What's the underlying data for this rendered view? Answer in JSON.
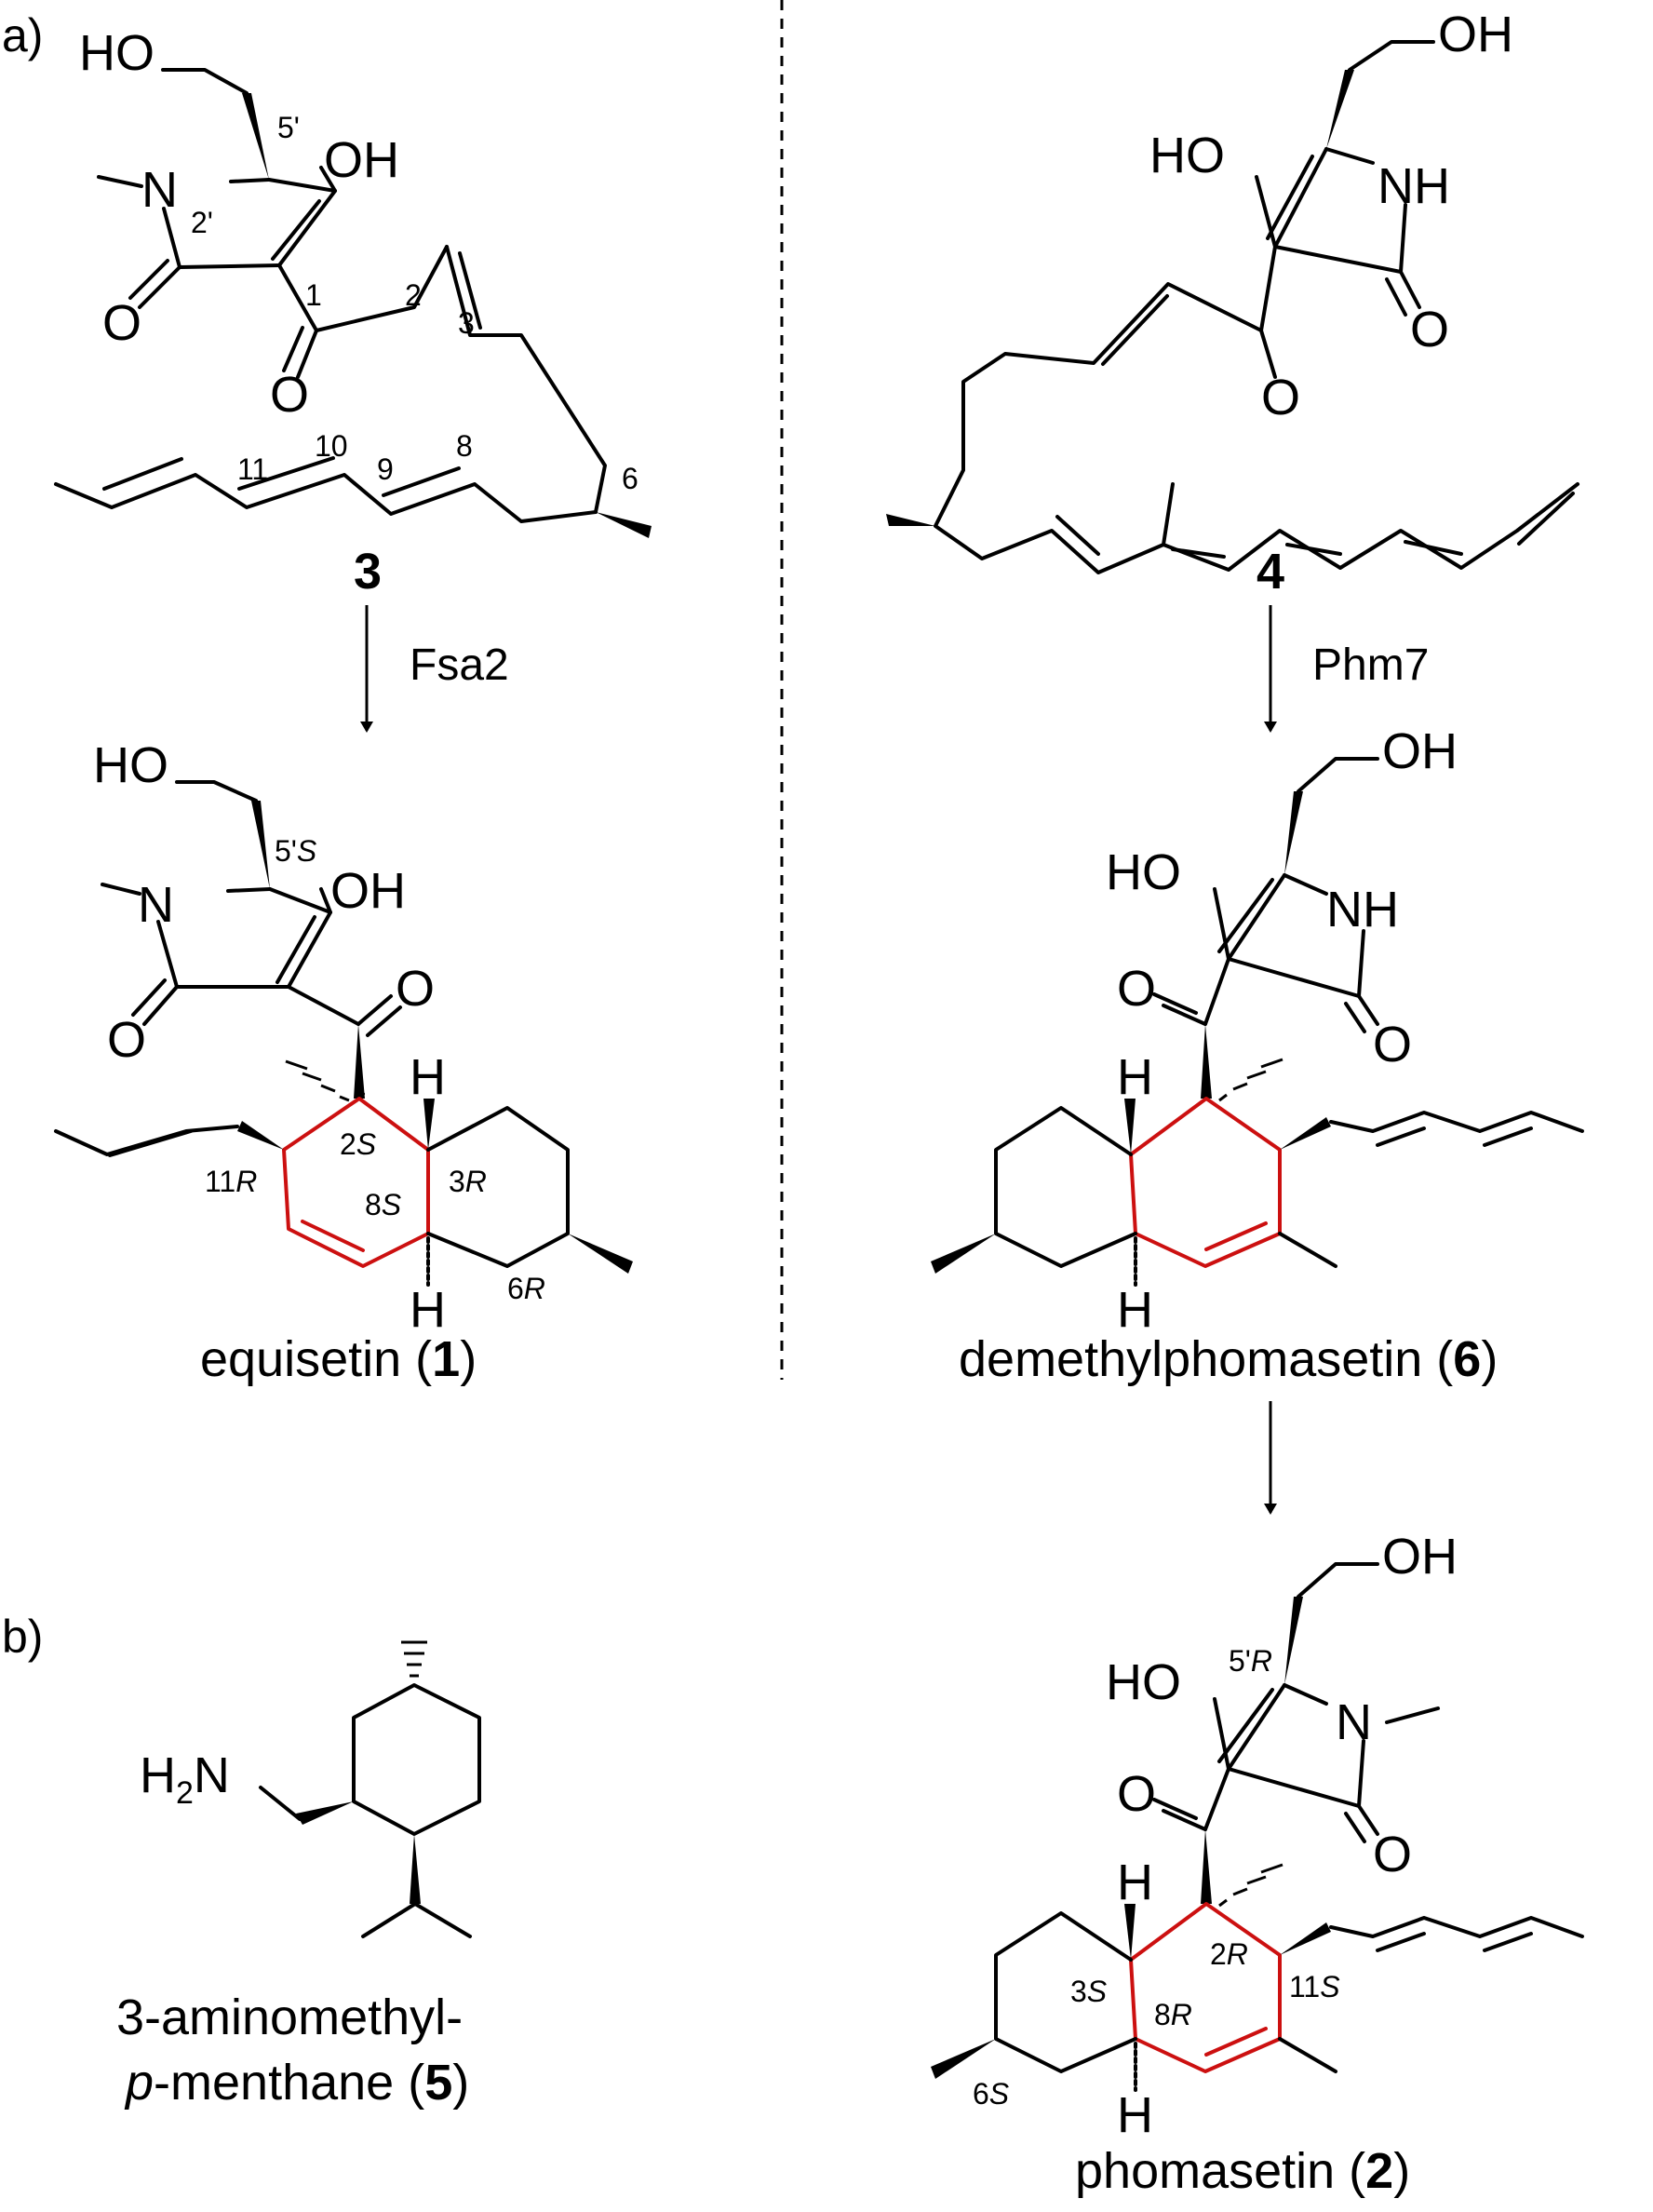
{
  "panels": {
    "a": "a)",
    "b": "b)"
  },
  "atoms": {
    "HO": "HO",
    "OH": "OH",
    "N": "N",
    "NH": "NH",
    "O": "O",
    "H": "H",
    "H2N_H": "H",
    "H2N_sub": "2",
    "H2N_N": "N"
  },
  "numbering3": {
    "n5p": "5'",
    "n2p": "2'",
    "n1": "1",
    "n2": "2",
    "n3": "3",
    "n6": "6",
    "n8": "8",
    "n9": "9",
    "n10": "10",
    "n11": "11"
  },
  "compound3": {
    "label": "3"
  },
  "compound4": {
    "label": "4"
  },
  "enzymes": {
    "fsa2": "Fsa2",
    "phm7": "Phm7"
  },
  "equisetin": {
    "name": "equisetin (",
    "num": "1",
    "close": ")",
    "stereo": {
      "c5p": {
        "pre": "5'",
        "it": "S"
      },
      "c2": {
        "pre": "2",
        "it": "S"
      },
      "c3": {
        "pre": "3",
        "it": "R"
      },
      "c8": {
        "pre": "8",
        "it": "S"
      },
      "c11": {
        "pre": "11",
        "it": "R"
      },
      "c6": {
        "pre": "6",
        "it": "R"
      }
    }
  },
  "demethylphomasetin": {
    "name": "demethylphomasetin (",
    "num": "6",
    "close": ")"
  },
  "phomasetin": {
    "name": "phomasetin (",
    "num": "2",
    "close": ")",
    "stereo": {
      "c5p": {
        "pre": "5'",
        "it": "R"
      },
      "c2": {
        "pre": "2",
        "it": "R"
      },
      "c3": {
        "pre": "3",
        "it": "S"
      },
      "c8": {
        "pre": "8",
        "it": "R"
      },
      "c11": {
        "pre": "11",
        "it": "S"
      },
      "c6": {
        "pre": "6",
        "it": "S"
      }
    }
  },
  "menthane": {
    "line1": "3-aminomethyl-",
    "line2_it": "p",
    "line2": "-menthane (",
    "num": "5",
    "close": ")"
  }
}
